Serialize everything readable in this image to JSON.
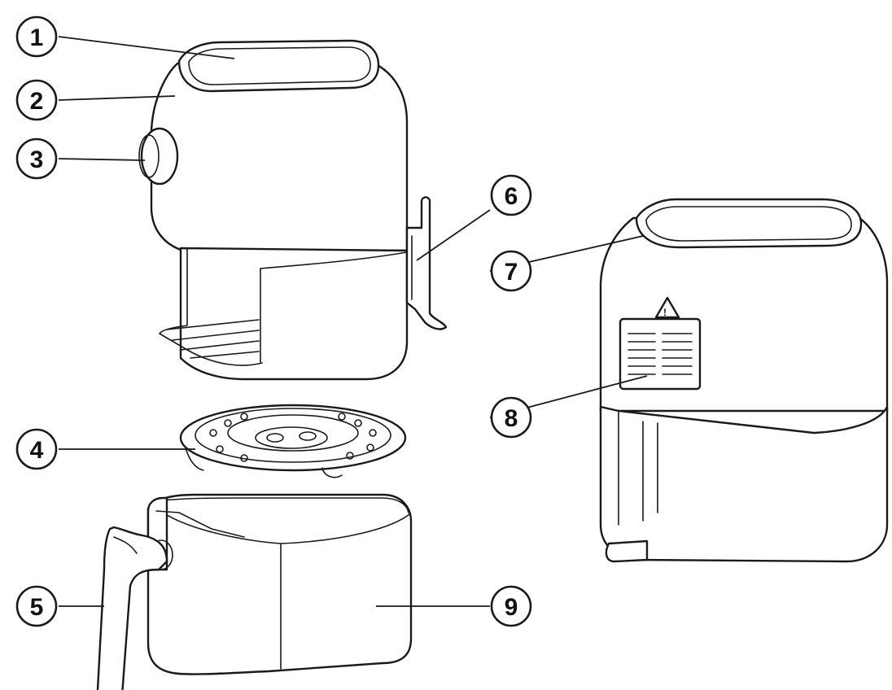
{
  "diagram": {
    "callouts": [
      {
        "id": "1",
        "label": "1"
      },
      {
        "id": "2",
        "label": "2"
      },
      {
        "id": "3",
        "label": "3"
      },
      {
        "id": "4",
        "label": "4"
      },
      {
        "id": "5",
        "label": "5"
      },
      {
        "id": "6",
        "label": "6"
      },
      {
        "id": "7",
        "label": "7"
      },
      {
        "id": "8",
        "label": "8"
      },
      {
        "id": "9",
        "label": "9"
      }
    ]
  },
  "colors": {
    "stroke": "#1a1a1a",
    "background": "#ffffff"
  }
}
